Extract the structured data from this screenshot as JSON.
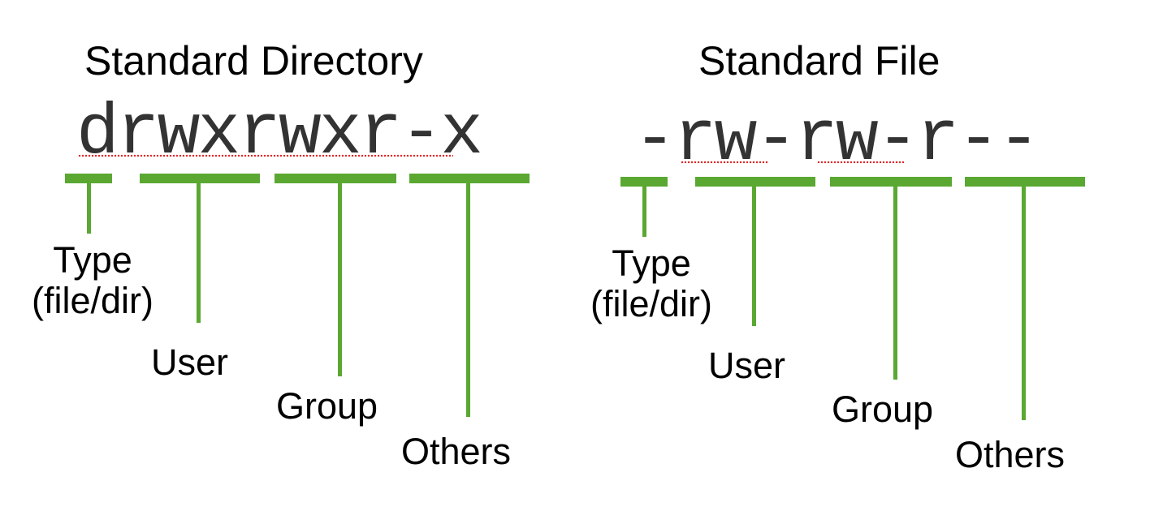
{
  "diagrams": [
    {
      "title": "Standard Directory",
      "permission_string": "drwxrwxr-x",
      "segments": [
        {
          "label_lines": [
            "Type",
            "(file/dir)"
          ]
        },
        {
          "label_lines": [
            "User"
          ]
        },
        {
          "label_lines": [
            "Group"
          ]
        },
        {
          "label_lines": [
            "Others"
          ]
        }
      ]
    },
    {
      "title": "Standard File",
      "permission_string": "-rw-rw-r--",
      "segments": [
        {
          "label_lines": [
            "Type",
            "(file/dir)"
          ]
        },
        {
          "label_lines": [
            "User"
          ]
        },
        {
          "label_lines": [
            "Group"
          ]
        },
        {
          "label_lines": [
            "Others"
          ]
        }
      ]
    }
  ],
  "colors": {
    "bracket": "#5aa832",
    "spellcheck_underline": "#e02020",
    "text": "#000000"
  }
}
